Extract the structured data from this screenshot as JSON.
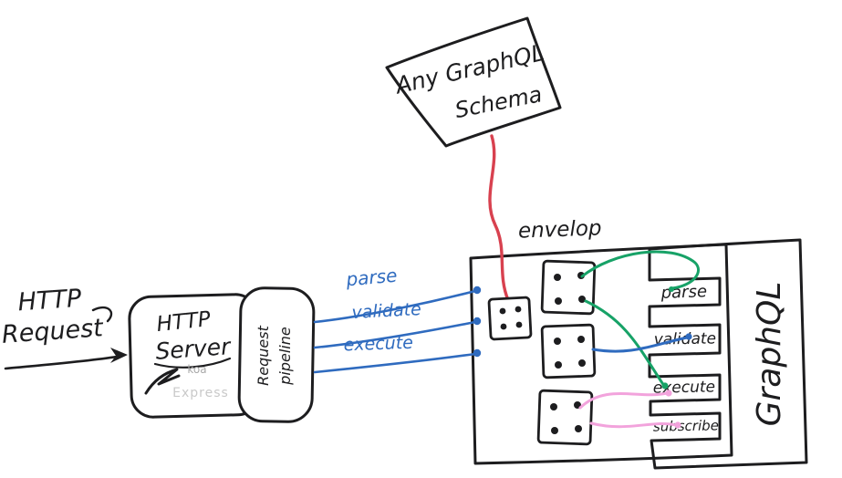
{
  "colors": {
    "ink": "#1d1d1f",
    "blue": "#2f6bbf",
    "red": "#d8414f",
    "green": "#17a267",
    "pink": "#f2a3dc",
    "koa_gray": "#a9a9a9",
    "express_gray": "#c9c9c9"
  },
  "http_request": {
    "line1": "HTTP",
    "line2": "Request"
  },
  "server": {
    "line1": "HTTP",
    "line2": "Server",
    "koa": "koa",
    "express": "Express"
  },
  "pipeline": {
    "line1": "Request",
    "line2": "pipeline"
  },
  "calls": {
    "parse": "parse",
    "validate": "validate",
    "execute": "execute"
  },
  "schema": {
    "line1": "Any GraphQL",
    "line2": "Schema"
  },
  "envelop": {
    "label": "envelop"
  },
  "graphql": {
    "label": "GraphQL",
    "slots": {
      "parse": "parse",
      "validate": "validate",
      "execute": "execute",
      "subscribe": "subscribe"
    }
  }
}
